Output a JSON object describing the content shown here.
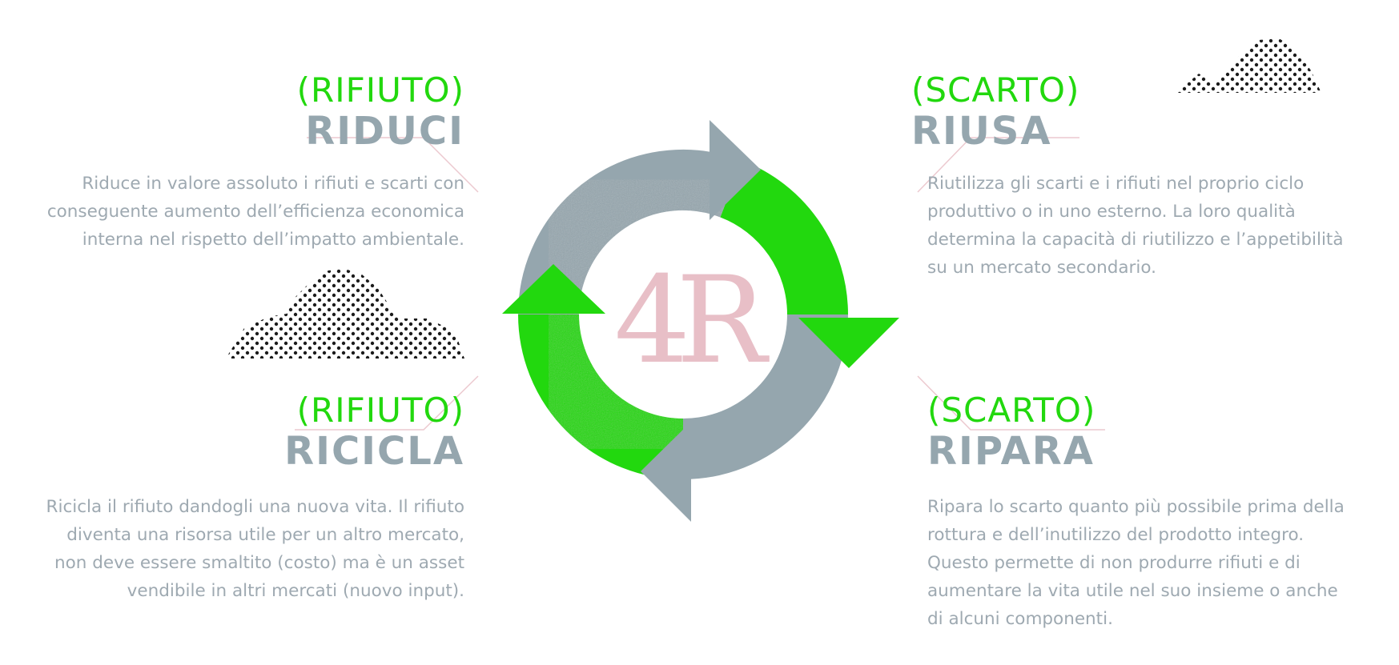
{
  "colors": {
    "green": "#22d80e",
    "grey": "#95a6ae",
    "text": "#9ea9b1",
    "pink": "#e8bfc7",
    "line": "#ecc9cf",
    "dots": "#1b1b1b"
  },
  "center": {
    "logo": "4R"
  },
  "quadrants": {
    "top_left": {
      "tag": "(RIFIUTO)",
      "title": "RIDUCI",
      "lines": [
        "Riduce in valore assoluto i rifiuti e scarti con",
        "conseguente aumento dell’efficienza economica",
        "interna nel rispetto dell’impatto ambientale."
      ]
    },
    "top_right": {
      "tag": "(SCARTO)",
      "title": "RIUSA",
      "lines": [
        "Riutilizza gli scarti e i rifiuti nel proprio ciclo",
        "produttivo o in uno esterno. La loro qualità",
        "determina la capacità di riutilizzo e l’appetibilità",
        "su un mercato secondario."
      ]
    },
    "bottom_left": {
      "tag": "(RIFIUTO)",
      "title": "RICICLA",
      "lines": [
        "Ricicla il rifiuto dandogli una nuova vita. Il rifiuto",
        "diventa una risorsa utile per un altro mercato,",
        "non deve essere smaltito (costo) ma è un asset",
        "vendibile in altri mercati (nuovo input)."
      ]
    },
    "bottom_right": {
      "tag": "(SCARTO)",
      "title": "RIPARA",
      "lines": [
        "Ripara lo scarto quanto più possibile prima della",
        "rottura e dell’inutilizzo del prodotto integro.",
        "Questo permette di non produrre rifiuti e di",
        "aumentare la vita utile nel suo insieme o anche",
        "di alcuni componenti."
      ]
    }
  }
}
